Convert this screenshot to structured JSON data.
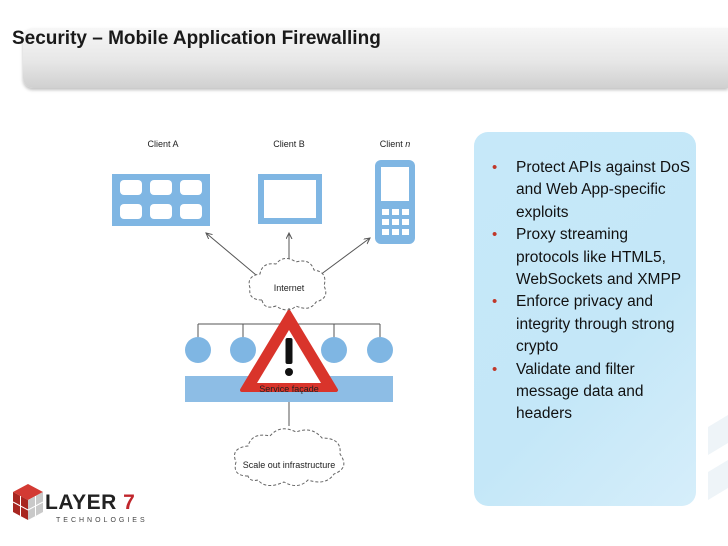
{
  "title": "Security – Mobile Application Firewalling",
  "diagram": {
    "client_a": "Client A",
    "client_b": "Client B",
    "client_n_prefix": "Client ",
    "client_n_suffix": "n",
    "internet": "Internet",
    "service_facade": "Service façade",
    "scale_out": "Scale out infrastructure"
  },
  "bullets": [
    "Protect APIs against DoS and Web App-specific exploits",
    "Proxy streaming protocols like HTML5, WebSockets and XMPP",
    "Enforce privacy and integrity through strong crypto",
    "Validate and filter message data and headers"
  ],
  "logo": {
    "word": "LAYER",
    "number": "7",
    "sub": "TECHNOLOGIES"
  },
  "colors": {
    "accent_blue": "#7fb6e3",
    "warning_red": "#d9342b",
    "bullet_box": "#c6e8f9",
    "brand_red": "#c0262c"
  }
}
